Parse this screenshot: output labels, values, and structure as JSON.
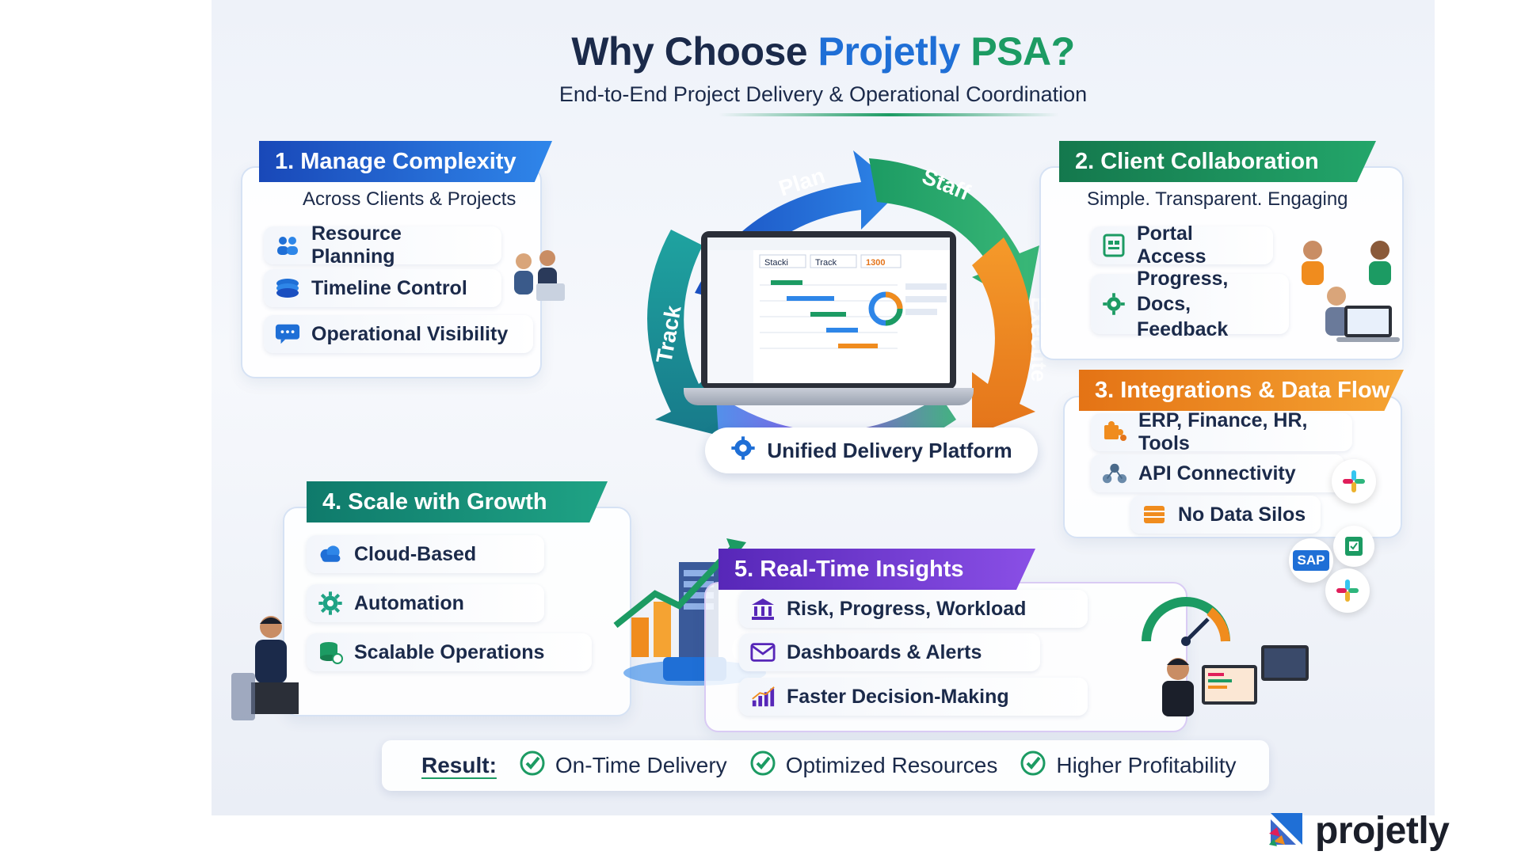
{
  "title": {
    "prefix": "Why Choose",
    "brand_main": "Projetly",
    "brand_accent": "PSA?",
    "subtitle": "End-to-End Project Delivery & Operational Coordination"
  },
  "cycle": {
    "stages": [
      "Plan",
      "Staff",
      "Execute",
      "Track"
    ],
    "center_label": "Unified Delivery Platform",
    "screen_tabs": [
      "Stacki",
      "Track",
      "1300"
    ]
  },
  "sections": {
    "manage": {
      "title": "1. Manage Complexity",
      "subtitle": "Across Clients & Projects",
      "items": [
        "Resource Planning",
        "Timeline Control",
        "Operational Visibility"
      ]
    },
    "client": {
      "title": "2. Client Collaboration",
      "subtitle": "Simple. Transparent. Engaging",
      "items": [
        "Portal Access",
        "Progress, Docs,",
        "Feedback"
      ]
    },
    "integrations": {
      "title": "3. Integrations & Data Flow",
      "items": [
        "ERP, Finance, HR, Tools",
        "API Connectivity",
        "No Data Silos"
      ],
      "badge_sap": "SAP"
    },
    "scale": {
      "title": "4. Scale with Growth",
      "items": [
        "Cloud-Based",
        "Automation",
        "Scalable Operations"
      ]
    },
    "insights": {
      "title": "5. Real-Time Insights",
      "items": [
        "Risk, Progress, Workload",
        "Dashboards & Alerts",
        "Faster Decision-Making"
      ]
    }
  },
  "result": {
    "label": "Result:",
    "items": [
      "On-Time Delivery",
      "Optimized Resources",
      "Higher Profitability"
    ]
  },
  "logo": {
    "text": "projetly"
  },
  "colors": {
    "blue": "#1f6fd6",
    "green": "#1c9b63",
    "orange": "#f08c1e",
    "teal": "#1fa385",
    "purple": "#7a3fe0",
    "navy": "#1b2a4a"
  }
}
